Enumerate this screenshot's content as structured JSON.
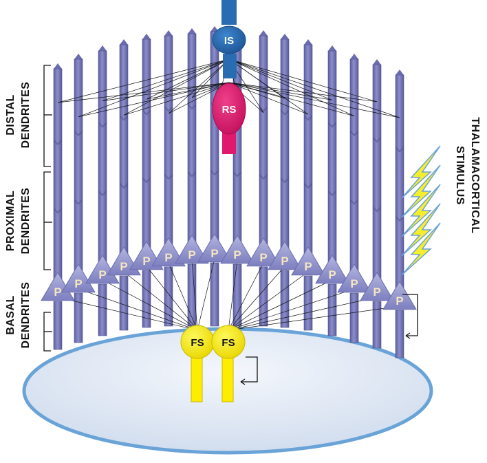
{
  "labels": {
    "distal": [
      "DISTAL",
      "DENDRITES"
    ],
    "proximal": [
      "PROXIMAL",
      "DENDRITES"
    ],
    "basal": [
      "BASAL",
      "DENDRITES"
    ],
    "stimulus": [
      "THALAMACORTICAL",
      "STIMULUS"
    ]
  },
  "cells": {
    "pyramidal": "P",
    "intrinsic": "IS",
    "regular": "RS",
    "fast": "FS"
  },
  "colors": {
    "dendrite": "#7b7dbd",
    "dendrite_dark": "#5a5c9c",
    "pyramidal": "#9a9cd0",
    "intrinsic": "#2a6cb2",
    "regular": "#e0196e",
    "fast": "#ffed00",
    "disk_fill": "#e4ecf6",
    "disk_border": "#6aa3d8",
    "lightning": "#f6ee2a"
  }
}
